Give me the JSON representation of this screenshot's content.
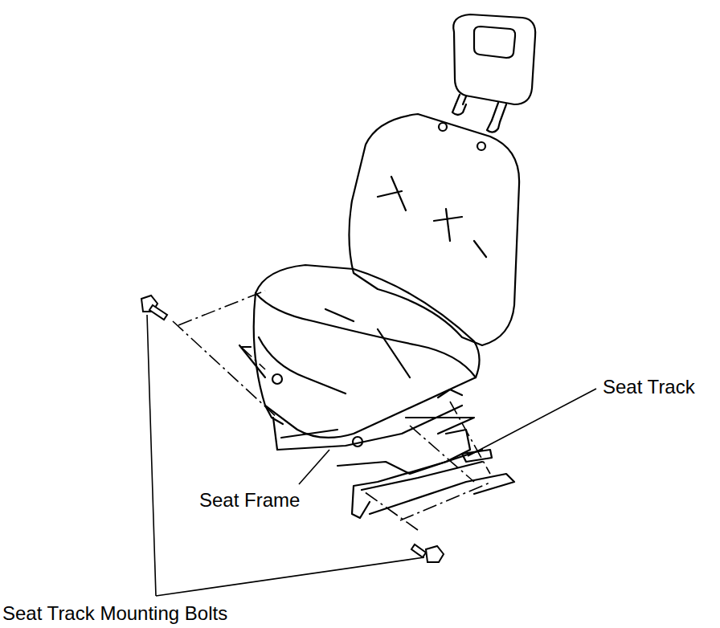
{
  "diagram": {
    "labels": [
      "Seat Track",
      "Seat Frame",
      "Seat Track Mounting Bolts"
    ]
  }
}
